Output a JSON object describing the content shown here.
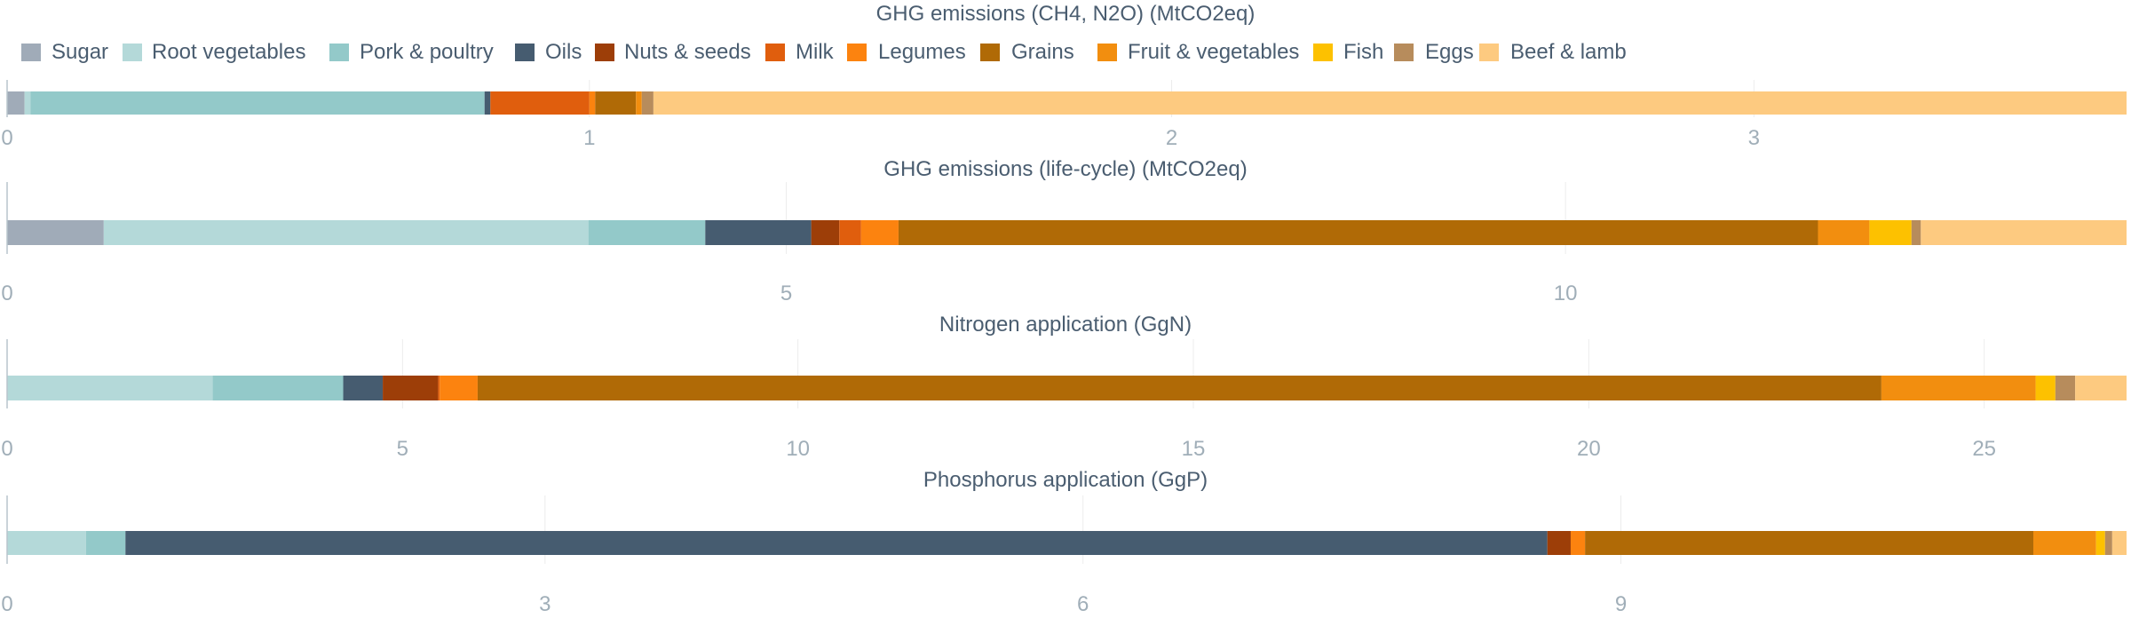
{
  "legend": [
    {
      "name": "Sugar",
      "color": "#a0abb8"
    },
    {
      "name": "Root vegetables",
      "color": "#b4d9d9"
    },
    {
      "name": "Pork & poultry",
      "color": "#93c9c9"
    },
    {
      "name": "Oils",
      "color": "#465c70"
    },
    {
      "name": "Nuts & seeds",
      "color": "#9d3e08"
    },
    {
      "name": "Milk",
      "color": "#e05e0d"
    },
    {
      "name": "Legumes",
      "color": "#fc830f"
    },
    {
      "name": "Grains",
      "color": "#b06a06"
    },
    {
      "name": "Fruit & vegetables",
      "color": "#f28e0f"
    },
    {
      "name": "Fish",
      "color": "#fdc100"
    },
    {
      "name": "Eggs",
      "color": "#b78c5c"
    },
    {
      "name": "Beef & lamb",
      "color": "#fdca80"
    }
  ],
  "chart_data": [
    {
      "type": "bar",
      "orientation": "horizontal",
      "stacked": true,
      "title": "GHG emissions (CH4, N2O) (MtCO2eq)",
      "xlim": [
        0,
        3.64
      ],
      "ticks": [
        0,
        1,
        2,
        3
      ],
      "series": [
        {
          "name": "Sugar",
          "value": 0.03
        },
        {
          "name": "Root vegetables",
          "value": 0.01
        },
        {
          "name": "Pork & poultry",
          "value": 0.78
        },
        {
          "name": "Oils",
          "value": 0.01
        },
        {
          "name": "Nuts & seeds",
          "value": 0.0
        },
        {
          "name": "Milk",
          "value": 0.17
        },
        {
          "name": "Legumes",
          "value": 0.01
        },
        {
          "name": "Grains",
          "value": 0.07
        },
        {
          "name": "Fruit & vegetables",
          "value": 0.01
        },
        {
          "name": "Fish",
          "value": 0.0
        },
        {
          "name": "Eggs",
          "value": 0.02
        },
        {
          "name": "Beef & lamb",
          "value": 2.53
        }
      ]
    },
    {
      "type": "bar",
      "orientation": "horizontal",
      "stacked": true,
      "title": "GHG emissions (life-cycle) (MtCO2eq)",
      "xlim": [
        0,
        13.6
      ],
      "ticks": [
        0,
        5,
        10
      ],
      "series": [
        {
          "name": "Sugar",
          "value": 0.62
        },
        {
          "name": "Root vegetables",
          "value": 3.11
        },
        {
          "name": "Pork & poultry",
          "value": 0.75
        },
        {
          "name": "Oils",
          "value": 0.68
        },
        {
          "name": "Nuts & seeds",
          "value": 0.18
        },
        {
          "name": "Milk",
          "value": 0.14
        },
        {
          "name": "Legumes",
          "value": 0.24
        },
        {
          "name": "Grains",
          "value": 5.9
        },
        {
          "name": "Fruit & vegetables",
          "value": 0.33
        },
        {
          "name": "Fish",
          "value": 0.27
        },
        {
          "name": "Eggs",
          "value": 0.06
        },
        {
          "name": "Beef & lamb",
          "value": 1.32
        }
      ]
    },
    {
      "type": "bar",
      "orientation": "horizontal",
      "stacked": true,
      "title": "Nitrogen application (GgN)",
      "xlim": [
        0,
        26.8
      ],
      "ticks": [
        0,
        5,
        10,
        15,
        20,
        25
      ],
      "series": [
        {
          "name": "Sugar",
          "value": 0.0
        },
        {
          "name": "Root vegetables",
          "value": 2.6
        },
        {
          "name": "Pork & poultry",
          "value": 1.65
        },
        {
          "name": "Oils",
          "value": 0.5
        },
        {
          "name": "Nuts & seeds",
          "value": 0.7
        },
        {
          "name": "Milk",
          "value": 0.02
        },
        {
          "name": "Legumes",
          "value": 0.48
        },
        {
          "name": "Grains",
          "value": 17.75
        },
        {
          "name": "Fruit & vegetables",
          "value": 1.95
        },
        {
          "name": "Fish",
          "value": 0.25
        },
        {
          "name": "Eggs",
          "value": 0.25
        },
        {
          "name": "Beef & lamb",
          "value": 0.65
        }
      ]
    },
    {
      "type": "bar",
      "orientation": "horizontal",
      "stacked": true,
      "title": "Phosphorus application (GgP)",
      "xlim": [
        0,
        11.82
      ],
      "ticks": [
        0,
        3,
        6,
        9
      ],
      "series": [
        {
          "name": "Sugar",
          "value": 0.0
        },
        {
          "name": "Root vegetables",
          "value": 0.44
        },
        {
          "name": "Pork & poultry",
          "value": 0.22
        },
        {
          "name": "Oils",
          "value": 7.93
        },
        {
          "name": "Nuts & seeds",
          "value": 0.13
        },
        {
          "name": "Milk",
          "value": 0.0
        },
        {
          "name": "Legumes",
          "value": 0.08
        },
        {
          "name": "Grains",
          "value": 2.5
        },
        {
          "name": "Fruit & vegetables",
          "value": 0.35
        },
        {
          "name": "Fish",
          "value": 0.05
        },
        {
          "name": "Eggs",
          "value": 0.04
        },
        {
          "name": "Beef & lamb",
          "value": 0.08
        }
      ]
    }
  ]
}
